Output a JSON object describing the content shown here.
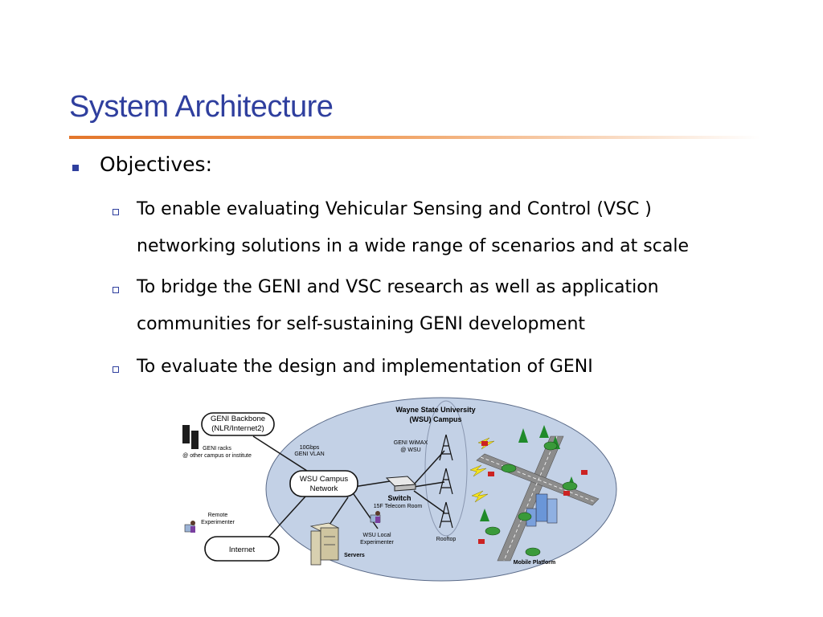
{
  "slide": {
    "title": "System Architecture",
    "level1": "Objectives:",
    "bullets": [
      {
        "line1": "To enable evaluating Vehicular Sensing and Control (VSC )",
        "line2": "networking solutions in a wide range of scenarios and at scale"
      },
      {
        "line1": "To bridge the GENI and VSC research as well as application",
        "line2": "communities for self-sustaining GENI development"
      },
      {
        "line1": "To evaluate the design and implementation of GENI",
        "line2": ""
      }
    ]
  },
  "diagram": {
    "campus_title_1": "Wayne State University",
    "campus_title_2": "(WSU) Campus",
    "backbone_1": "GENI Backbone",
    "backbone_2": "(NLR/Internet2)",
    "racks_1": "GENI racks",
    "racks_2": "@ other campus or institute",
    "vlan_1": "10Gbps",
    "vlan_2": "GENI VLAN",
    "campus_net_1": "WSU Campus",
    "campus_net_2": "Network",
    "wimax_1": "GENI WiMAX",
    "wimax_2": "@ WSU",
    "switch": "Switch",
    "telecom": "15F Telecom Room",
    "remote_1": "Remote",
    "remote_2": "Experimenter",
    "internet": "Internet",
    "local_1": "WSU Local",
    "local_2": "Experimenter",
    "servers": "Servers",
    "rooftop": "Rooftop",
    "mobile": "Mobile Platform"
  },
  "colors": {
    "title": "#2f3f9e",
    "rule": "#e3762b",
    "campus_fill": "#c3d1e6"
  }
}
